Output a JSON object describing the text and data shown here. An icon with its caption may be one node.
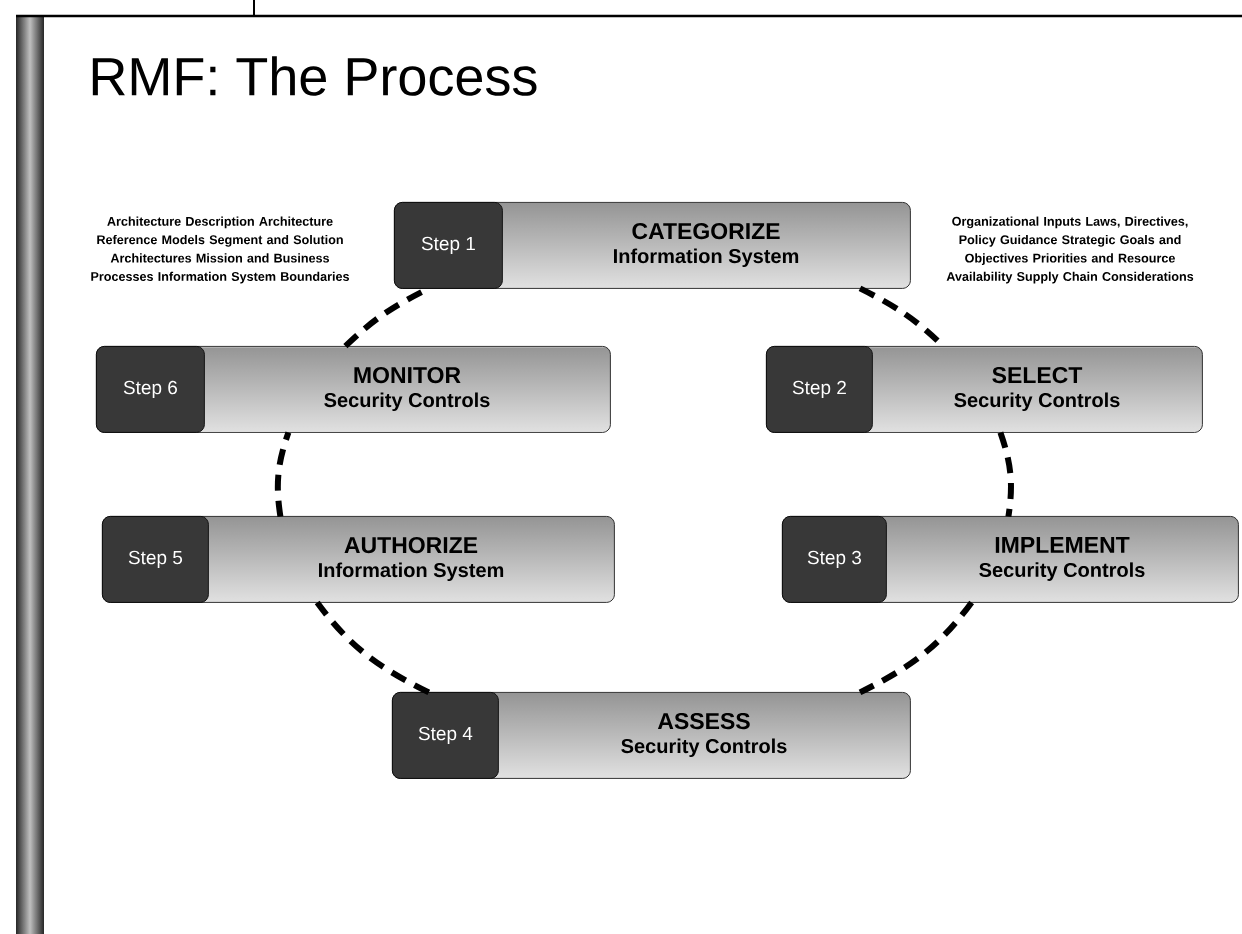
{
  "diagram": {
    "title": "RMF: The Process",
    "nodes": [
      {
        "text": [
          "CATEGORIZE",
          "Information System"
        ]
      },
      {
        "text": [
          "Step 1"
        ],
        "in": 0
      },
      {
        "text": [
          "MONITOR",
          "Security Controls"
        ]
      },
      {
        "text": [
          "Step 6"
        ],
        "in": 2
      },
      {
        "text": [
          "SELECT",
          "Security Controls"
        ]
      },
      {
        "text": [
          "Step 2"
        ],
        "in": 4
      },
      {
        "text": [
          "AUTHORIZE",
          "Information System"
        ]
      },
      {
        "text": [
          "Step 5"
        ],
        "in": 6
      },
      {
        "text": [
          "IMPLEMENT",
          "Security Controls"
        ]
      },
      {
        "text": [
          "Step 3"
        ],
        "in": 8
      },
      {
        "text": [
          "ASSESS",
          "Security Controls"
        ]
      },
      {
        "text": [
          "Step 4"
        ],
        "in": 10
      }
    ],
    "edges": [
      {
        "from": 0,
        "to": 4,
        "arrow": "none",
        "style": "dashed"
      },
      {
        "from": 4,
        "to": 8,
        "arrow": "none",
        "style": "dashed"
      },
      {
        "from": 8,
        "to": 10,
        "arrow": "none",
        "style": "dashed"
      },
      {
        "from": 10,
        "to": 6,
        "arrow": "none",
        "style": "dashed"
      },
      {
        "from": 6,
        "to": 2,
        "arrow": "none",
        "style": "dashed"
      },
      {
        "from": 2,
        "to": 0,
        "arrow": "none",
        "style": "dashed"
      }
    ],
    "labels": [
      "Architecture Description Architecture Reference Models Segment and Solution Architectures Mission and Business Processes Information System Boundaries",
      "Organizational Inputs Laws, Directives, Policy Guidance Strategic Goals and Objectives Priorities and Resource Availability Supply Chain Considerations"
    ]
  }
}
